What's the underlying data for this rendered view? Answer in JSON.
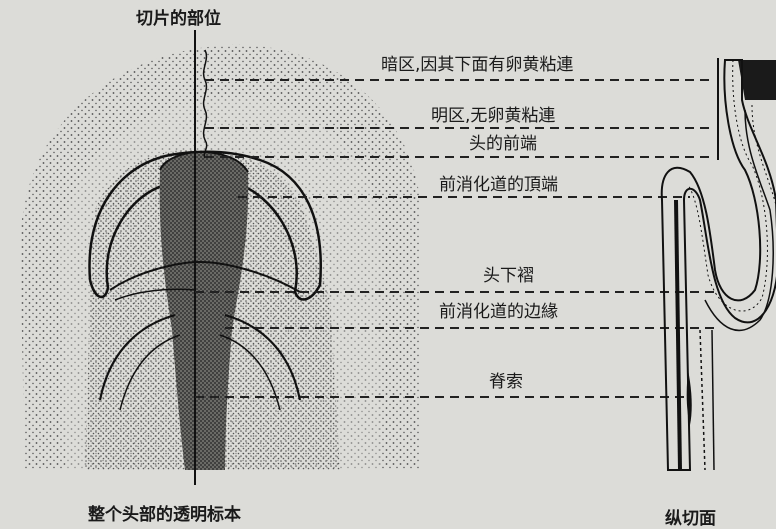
{
  "top_title": "切片的部位",
  "labels": [
    "暗区,因其下面有卵黄粘連",
    "明区,无卵黄粘連",
    "头的前端",
    "前消化道的頂端",
    "头下褶",
    "前消化道的边緣",
    "脊索"
  ],
  "bottom_left_caption": "整个头部的透明标本",
  "bottom_right_caption": "纵切面"
}
